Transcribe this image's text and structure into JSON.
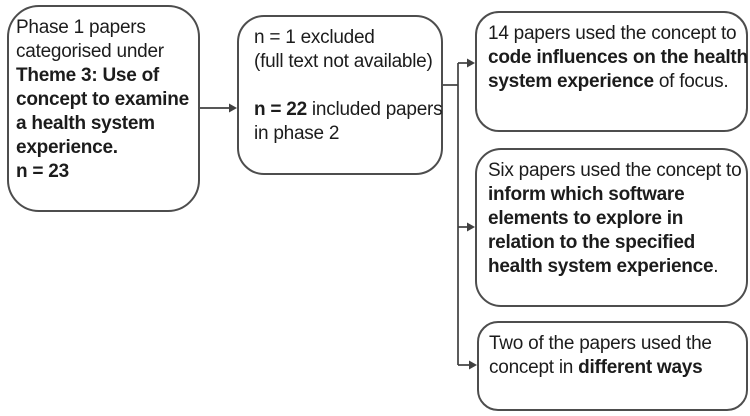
{
  "diagram": {
    "title": "Phase 1 to Phase 2 paper flow for Theme 3",
    "colors": {
      "background": "#ffffff",
      "box_border": "#4d4d4d",
      "arrow": "#404040",
      "text": "#1c1c1c"
    },
    "boxes": [
      {
        "id": "phase1",
        "lines": [
          [
            {
              "t": "Phase 1 papers"
            }
          ],
          [
            {
              "t": "categorised under"
            }
          ],
          [
            {
              "t": "Theme 3: Use of",
              "b": true
            }
          ],
          [
            {
              "t": "concept to examine",
              "b": true
            }
          ],
          [
            {
              "t": "a health system",
              "b": true
            }
          ],
          [
            {
              "t": "experience.",
              "b": true
            }
          ],
          [
            {
              "t": "n = 23",
              "b": true
            }
          ]
        ]
      },
      {
        "id": "phase2",
        "lines": [
          [
            {
              "t": "n = 1 excluded"
            }
          ],
          [
            {
              "t": "(full text not available)"
            }
          ],
          [],
          [
            {
              "t": "n = 22",
              "b": true
            },
            {
              "t": " included papers"
            }
          ],
          [
            {
              "t": "in phase 2"
            }
          ]
        ]
      },
      {
        "id": "outcome-code",
        "lines": [
          [
            {
              "t": "14 papers used the concept to"
            }
          ],
          [
            {
              "t": "code influences on the health",
              "b": true
            }
          ],
          [
            {
              "t": "system experience",
              "b": true
            },
            {
              "t": " of focus."
            }
          ]
        ]
      },
      {
        "id": "outcome-software",
        "lines": [
          [
            {
              "t": "Six papers used the concept to"
            }
          ],
          [
            {
              "t": "inform which software",
              "b": true
            }
          ],
          [
            {
              "t": "elements to explore in",
              "b": true
            }
          ],
          [
            {
              "t": "relation to the specified",
              "b": true
            }
          ],
          [
            {
              "t": "health system experience",
              "b": true
            },
            {
              "t": "."
            }
          ]
        ]
      },
      {
        "id": "outcome-different",
        "lines": [
          [
            {
              "t": "Two of the papers used the"
            }
          ],
          [
            {
              "t": "concept in "
            },
            {
              "t": "different ways",
              "b": true
            }
          ]
        ]
      }
    ]
  }
}
